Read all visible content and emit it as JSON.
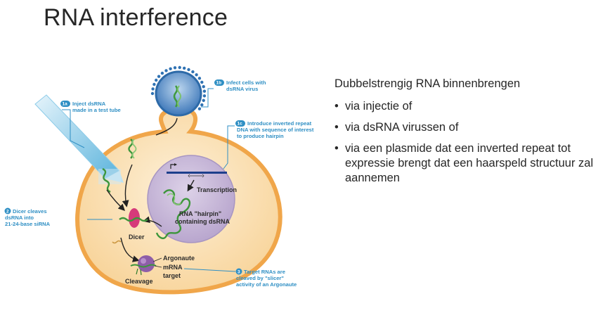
{
  "slide": {
    "title": "RNA interference",
    "heading": "Dubbelstrengig RNA binnenbrengen",
    "bullets": [
      "via injectie of",
      "via dsRNA virussen of",
      "via een plasmide dat een inverted repeat tot expressie brengt dat een haarspeld structuur zal aannemen"
    ]
  },
  "figure": {
    "step_1a": {
      "badge": "1a",
      "lines": [
        "Inject dsRNA",
        "made in a test tube"
      ]
    },
    "step_1b": {
      "badge": "1b",
      "lines": [
        "Infect cells with",
        "dsRNA virus"
      ]
    },
    "step_1c": {
      "badge": "1c",
      "lines": [
        "Introduce inverted repeat",
        "DNA with sequence of interest",
        "to produce hairpin"
      ]
    },
    "step_2": {
      "badge": "2",
      "lines": [
        "Dicer cleaves",
        "dsRNA into",
        "21-24-base siRNA"
      ]
    },
    "step_3": {
      "badge": "3",
      "lines": [
        "Target RNAs are",
        "cleaved by \"slicer\"",
        "activity of an Argonaute"
      ]
    },
    "labels": {
      "transcription": "Transcription",
      "hairpin_1": "RNA \"hairpin\"",
      "hairpin_2": "containing dsRNA",
      "dicer": "Dicer",
      "argonaute": "Argonaute",
      "mrna_1": "mRNA",
      "mrna_2": "target",
      "cleavage": "Cleavage"
    },
    "colors": {
      "cell_fill": "#fbe0b4",
      "cell_border": "#f0a64a",
      "nucleus": "#c8bad8",
      "virus_blue": "#3a74b8",
      "rna_green": "#4aa046",
      "label_blue": "#2f8fc4",
      "dicer_pink": "#d63a7a",
      "argonaute_purple": "#8e5ea8"
    }
  }
}
